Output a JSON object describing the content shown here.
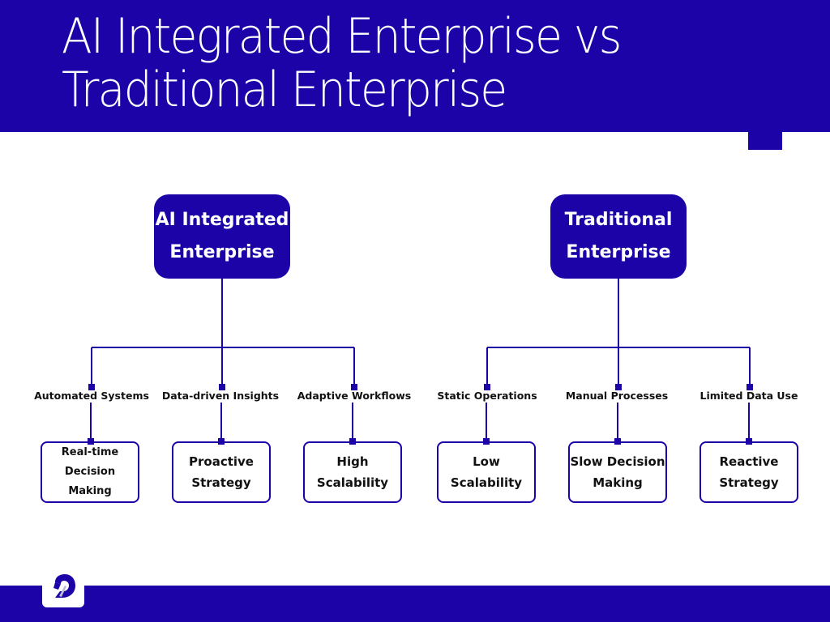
{
  "title": {
    "line1": "AI Integrated Enterprise vs",
    "line2": "Traditional Enterprise"
  },
  "colors": {
    "brand": "#1b03a8",
    "text": "#111111",
    "background": "#ffffff"
  },
  "logo": {
    "icon": "brand-logo-icon"
  },
  "trees": [
    {
      "root": {
        "line1": "AI Integrated",
        "line2": "Enterprise"
      },
      "branches": [
        {
          "label": "Automated Systems",
          "leaf_line1": "Real-time",
          "leaf_line2": "Decision Making"
        },
        {
          "label": "Data-driven Insights",
          "leaf_line1": "Proactive",
          "leaf_line2": "Strategy"
        },
        {
          "label": "Adaptive Workflows",
          "leaf_line1": "High",
          "leaf_line2": "Scalability"
        }
      ]
    },
    {
      "root": {
        "line1": "Traditional",
        "line2": "Enterprise"
      },
      "branches": [
        {
          "label": "Static Operations",
          "leaf_line1": "Low",
          "leaf_line2": "Scalability"
        },
        {
          "label": "Manual Processes",
          "leaf_line1": "Slow Decision",
          "leaf_line2": "Making"
        },
        {
          "label": "Limited Data Use",
          "leaf_line1": "Reactive",
          "leaf_line2": "Strategy"
        }
      ]
    }
  ]
}
